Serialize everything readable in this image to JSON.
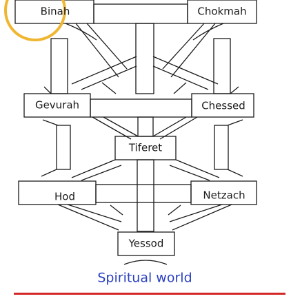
{
  "sephirot": {
    "binah": "Binah",
    "chokmah": "Chokmah",
    "gevurah": "Gevurah",
    "chessed": "Chessed",
    "tiferet": "Tiferet",
    "hod": "Hod",
    "netzach": "Netzach",
    "yessod": "Yessod"
  },
  "caption": "Spiritual world",
  "highlight": {
    "target": "binah",
    "color": "#f0b632"
  },
  "colors": {
    "line": "#1a1a1a",
    "caption": "#2a40c0",
    "rule": "#d32626"
  }
}
